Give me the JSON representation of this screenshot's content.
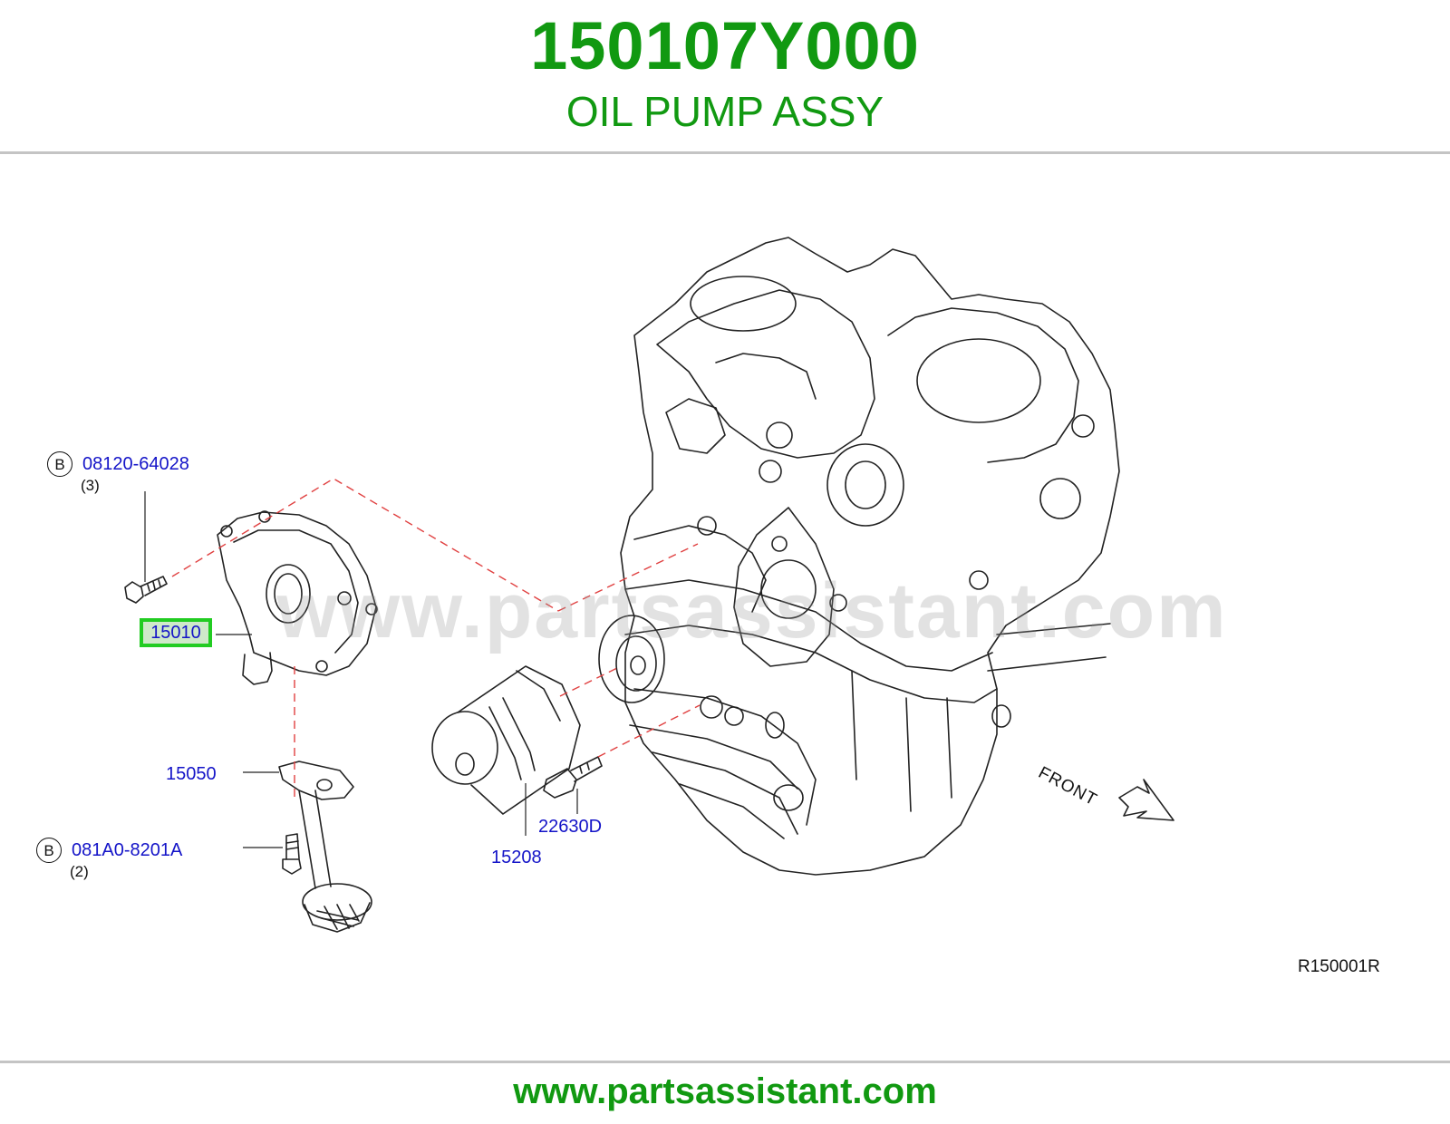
{
  "header": {
    "part_number": "150107Y000",
    "part_name": "OIL PUMP ASSY"
  },
  "watermark": "www.partsassistant.com",
  "footer": {
    "url": "www.partsassistant.com"
  },
  "callouts": {
    "bolt_upper": {
      "marker": "B",
      "part": "08120-64028",
      "qty": "(3)"
    },
    "oil_pump": {
      "part": "15010"
    },
    "gasket": {
      "part": "15050"
    },
    "bolt_lower": {
      "marker": "B",
      "part": "081A0-8201A",
      "qty": "(2)"
    },
    "oil_filter": {
      "part": "15208"
    },
    "oil_pressure_switch": {
      "part": "22630D"
    }
  },
  "direction": {
    "label": "FRONT"
  },
  "reference_code": "R150001R",
  "colors": {
    "brand_green": "#119911",
    "callout_blue": "#1414c8",
    "highlight_green": "#22cc22",
    "leader_red": "#e04040"
  }
}
